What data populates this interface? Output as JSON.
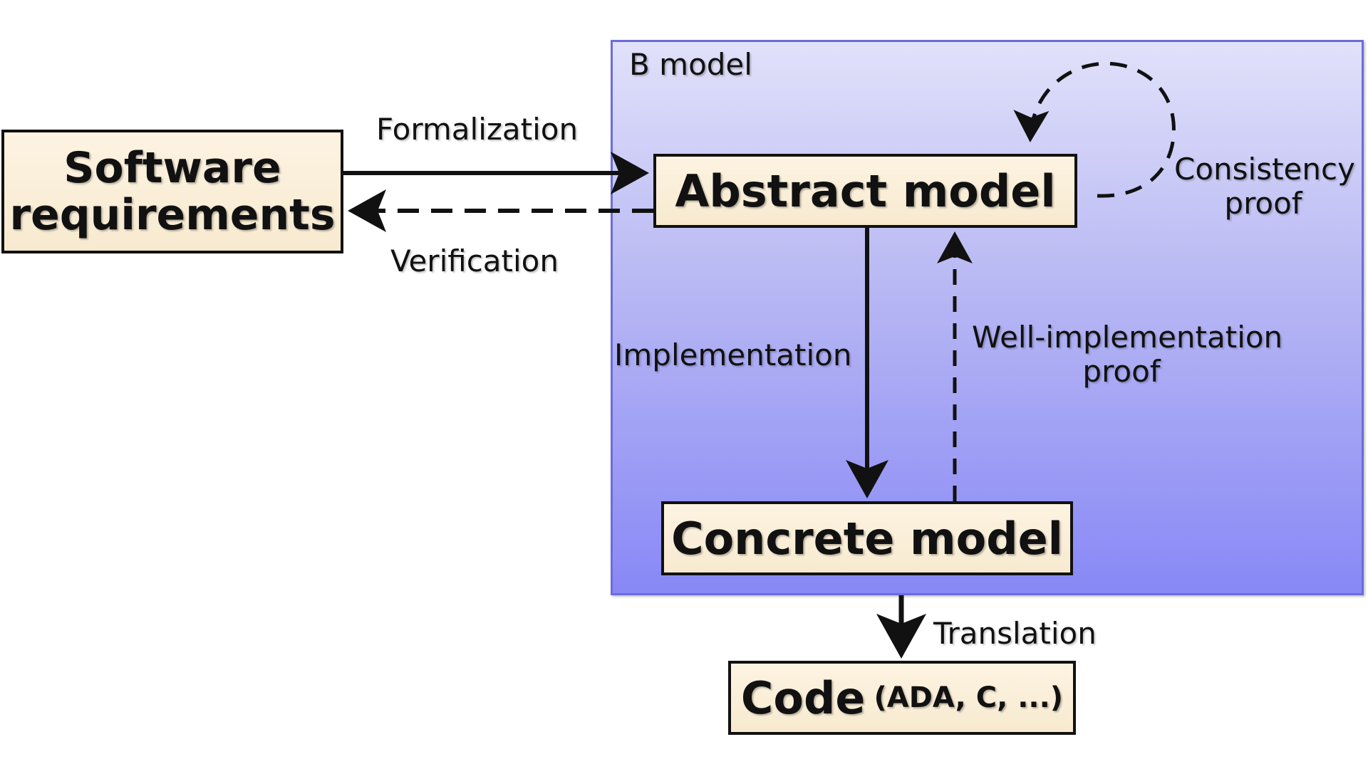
{
  "panel": {
    "title": "B model",
    "fill_top": "#e1e1fa",
    "fill_bottom": "#8888f6",
    "border": "#6c6cdc"
  },
  "boxes": {
    "requirements_line1": "Software",
    "requirements_line2": "requirements",
    "abstract": "Abstract model",
    "concrete": "Concrete model",
    "code_main": "Code",
    "code_sub": "(ADA, C, ...)"
  },
  "labels": {
    "formalization": "Formalization",
    "verification": "Verification",
    "implementation": "Implementation",
    "well_impl_line1": "Well-implementation",
    "well_impl_line2": "proof",
    "consistency_line1": "Consistency",
    "consistency_line2": "proof",
    "translation": "Translation"
  }
}
